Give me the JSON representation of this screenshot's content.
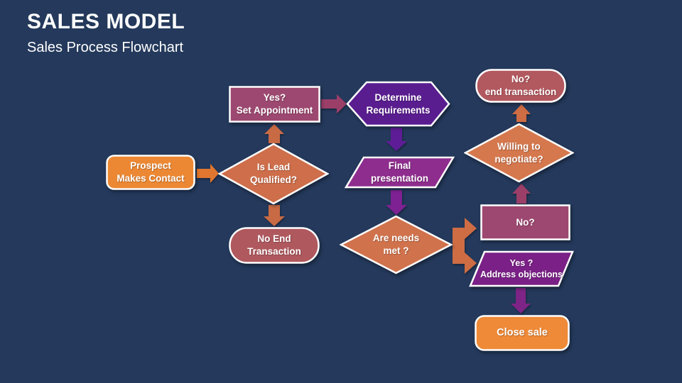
{
  "slide": {
    "title": "SALES MODEL",
    "subtitle": "Sales Process Flowchart",
    "background_color": "#24395B",
    "text_color": "#FFFFFF"
  },
  "flowchart": {
    "nodes": [
      {
        "id": "prospect",
        "shape": "rounded-rectangle",
        "label": "Prospect\nMakes Contact",
        "color": "#EC8834"
      },
      {
        "id": "is-lead-qualified",
        "shape": "diamond",
        "label": "Is Lead\nQualified?",
        "color": "#CE6E4A"
      },
      {
        "id": "set-appointment",
        "shape": "rectangle",
        "label": "Yes?\nSet Appointment",
        "color": "#9D4870"
      },
      {
        "id": "determine-requirements",
        "shape": "hexagon",
        "label": "Determine\nRequirements",
        "color": "#5A1D90"
      },
      {
        "id": "final-presentation",
        "shape": "parallelogram",
        "label": "Final\npresentation",
        "color": "#8E2D8D"
      },
      {
        "id": "no-end-transaction",
        "shape": "rounded-rectangle",
        "label": "No End\nTransaction",
        "color": "#AF585E"
      },
      {
        "id": "are-needs-met",
        "shape": "diamond",
        "label": "Are needs\nmet ?",
        "color": "#D0724C"
      },
      {
        "id": "no",
        "shape": "rectangle",
        "label": "No?",
        "color": "#9D4870"
      },
      {
        "id": "willing-to-negotiate",
        "shape": "diamond",
        "label": "Willing to\nnegotiate?",
        "color": "#D5784E"
      },
      {
        "id": "no-end-transaction-2",
        "shape": "rounded-rectangle",
        "label": "No?\nend transaction",
        "color": "#B2585F"
      },
      {
        "id": "address-objections",
        "shape": "parallelogram",
        "label": "Yes ?\nAddress objections",
        "color": "#7A2086"
      },
      {
        "id": "close-sale",
        "shape": "rounded-rectangle",
        "label": "Close sale",
        "color": "#EE8A38"
      }
    ],
    "edges": [
      {
        "from": "prospect",
        "to": "is-lead-qualified",
        "direction": "right",
        "color": "#E0762F"
      },
      {
        "from": "is-lead-qualified",
        "to": "set-appointment",
        "direction": "up",
        "color": "#C86A44"
      },
      {
        "from": "set-appointment",
        "to": "determine-requirements",
        "direction": "right",
        "color": "#9B3F69"
      },
      {
        "from": "determine-requirements",
        "to": "final-presentation",
        "direction": "down",
        "color": "#5E1D96"
      },
      {
        "from": "final-presentation",
        "to": "are-needs-met",
        "direction": "down",
        "color": "#7D2193"
      },
      {
        "from": "is-lead-qualified",
        "to": "no-end-transaction",
        "direction": "down",
        "color": "#C86A44"
      },
      {
        "from": "are-needs-met",
        "to": "no + address-objections",
        "direction": "right-branch",
        "color": "#CE6C44"
      },
      {
        "from": "no",
        "to": "willing-to-negotiate",
        "direction": "up",
        "color": "#9B3F69"
      },
      {
        "from": "willing-to-negotiate",
        "to": "no-end-transaction-2",
        "direction": "up",
        "color": "#CE6C44"
      },
      {
        "from": "address-objections",
        "to": "close-sale",
        "direction": "down",
        "color": "#7E2487"
      }
    ]
  }
}
